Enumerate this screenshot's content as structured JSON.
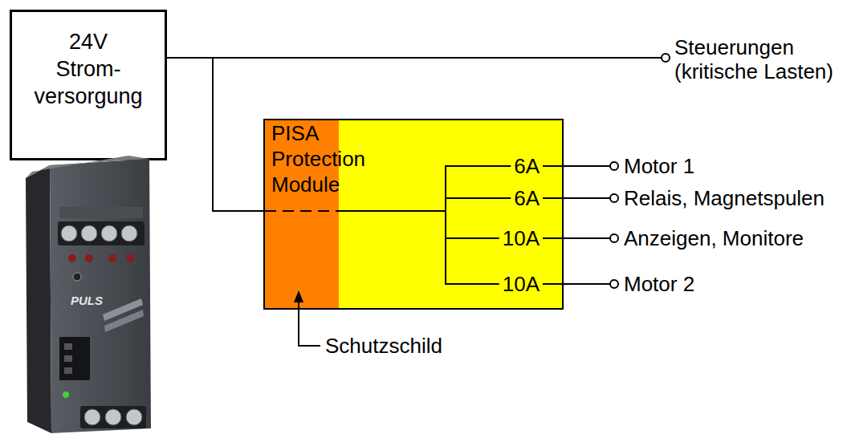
{
  "diagram": {
    "nodes": [
      {
        "text": [
          "24V Strom- versorgung"
        ]
      },
      {
        "text": [
          "PISA Protection Module",
          "6A",
          "6A",
          "10A",
          "10A"
        ]
      }
    ],
    "edges": [
      {
        "from": 0,
        "to": 1,
        "arrow": "none"
      }
    ],
    "labels": [
      "Steuerungen (kritische Lasten)",
      "Motor 1",
      "Relais, Magnetspulen",
      "Anzeigen, Monitore",
      "Motor 2",
      "Schutzschild",
      "PULS"
    ]
  }
}
